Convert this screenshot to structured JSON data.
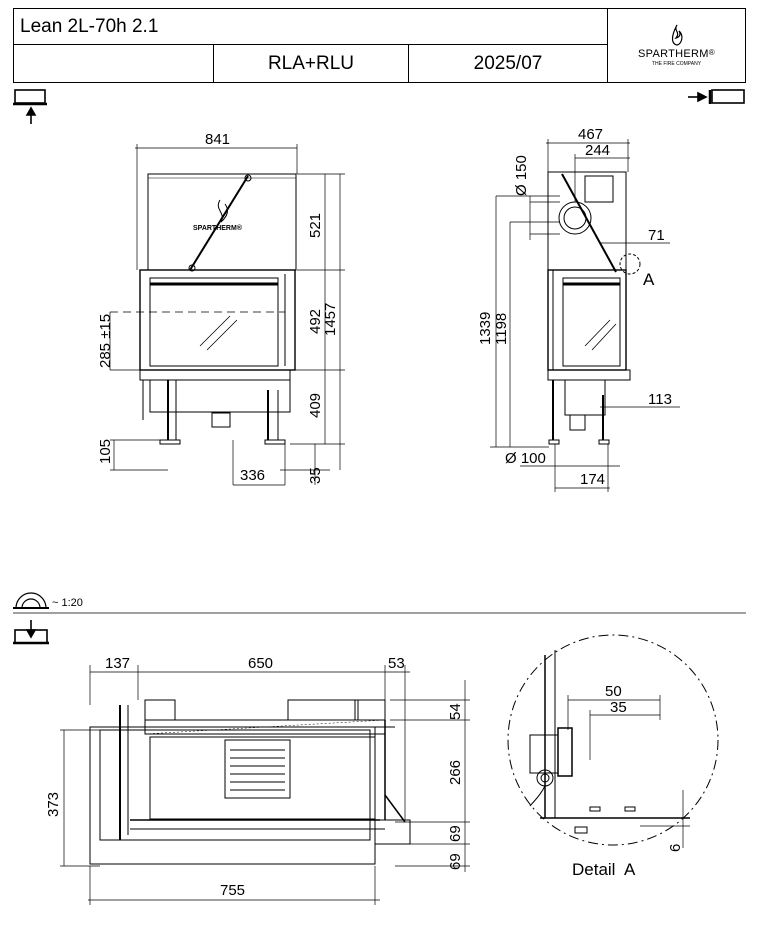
{
  "header": {
    "model": "Lean 2L-70h 2.1",
    "variant": "RLA+RLU",
    "date": "2025/07",
    "brand": "SPARTHERM",
    "brand_mark": "®",
    "brand_tagline": "THE FIRE COMPANY"
  },
  "front_view": {
    "width_label": "841",
    "top_height": "521",
    "glass_height": "492",
    "total_height": "1457",
    "base_height": "409",
    "feet_height": "35",
    "center_label": "285 ±15",
    "leg_height": "105",
    "leg_offset": "336",
    "panel_logo": "SPARTHERM®"
  },
  "side_view": {
    "width_label": "467",
    "flue_offset": "244",
    "flue_diameter": "Ø 150",
    "offset_71": "71",
    "height_1339": "1339",
    "height_1198": "1198",
    "offset_113": "113",
    "air_diameter": "Ø 100",
    "offset_174": "174",
    "detail_marker": "A"
  },
  "scale": {
    "label": "~ 1:20"
  },
  "plan_view": {
    "left_label": "137",
    "center_label": "650",
    "right_label": "53",
    "depth_54": "54",
    "depth_266": "266",
    "depth_69a": "69",
    "depth_69b": "69",
    "total_depth": "373",
    "total_width": "755"
  },
  "detail": {
    "dim_50": "50",
    "dim_35": "35",
    "dim_6": "6",
    "label": "Detail  A"
  }
}
